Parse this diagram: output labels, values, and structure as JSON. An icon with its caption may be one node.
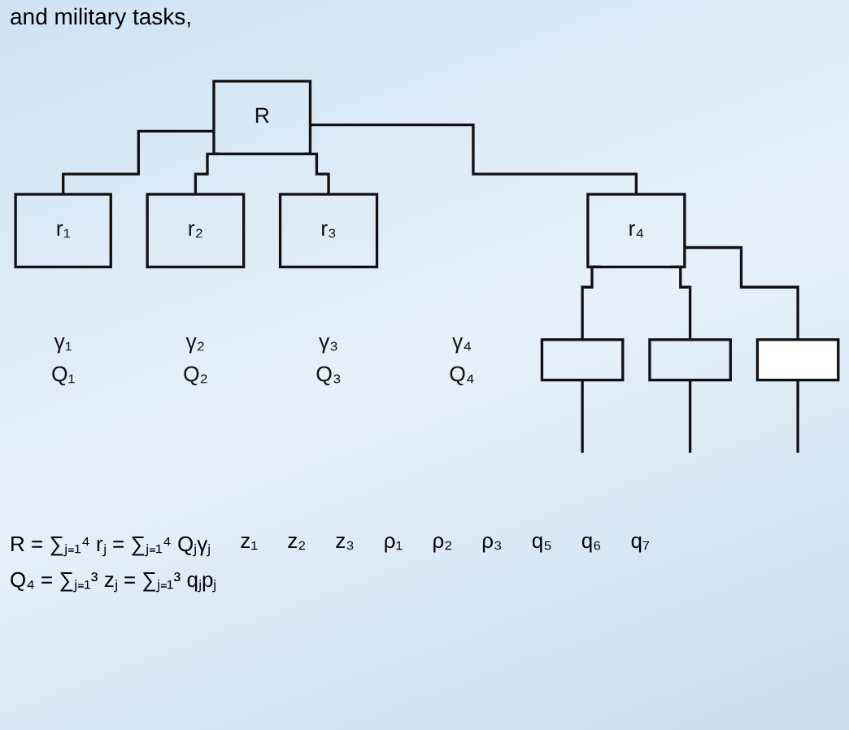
{
  "diagram": {
    "nodes": [
      {
        "text": [
          "R"
        ]
      },
      {
        "text": [
          "r₁"
        ],
        "beside": [
          "γ₁",
          "Q₁"
        ]
      },
      {
        "text": [
          "r₂"
        ],
        "beside": [
          "γ₂",
          "Q₂"
        ]
      },
      {
        "text": [
          "r₃"
        ],
        "beside": [
          "γ₃",
          "Q₃"
        ]
      },
      {
        "text": [
          "r₄"
        ],
        "beside": [
          "γ₄",
          "Q₄"
        ]
      },
      {
        "text": [],
        "shape": "box"
      },
      {
        "text": [],
        "shape": "box"
      },
      {
        "text": [],
        "shape": "box"
      }
    ],
    "edges": [
      {
        "from": 0,
        "to": 1,
        "arrow": "none"
      },
      {
        "from": 0,
        "to": 2,
        "arrow": "none"
      },
      {
        "from": 0,
        "to": 3,
        "arrow": "none"
      },
      {
        "from": 0,
        "to": 4,
        "arrow": "none"
      },
      {
        "from": 4,
        "to": 5,
        "arrow": "none"
      },
      {
        "from": 4,
        "to": 6,
        "arrow": "none"
      },
      {
        "from": 4,
        "to": 7,
        "arrow": "none"
      },
      {
        "from": 5,
        "to": null,
        "arrow": "none"
      },
      {
        "from": 6,
        "to": null,
        "arrow": "none"
      },
      {
        "from": 7,
        "to": null,
        "arrow": "none"
      }
    ],
    "labels": [
      "and military tasks,",
      "R = ∑ⱼ₌₁⁴ rⱼ = ∑ⱼ₌₁⁴ Qⱼγⱼ",
      "z₁",
      "z₂",
      "z₃",
      "ρ₁",
      "ρ₂",
      "ρ₃",
      "q₅",
      "q₆",
      "q₇",
      "Q₄ = ∑ⱼ₌₁³ zⱼ = ∑ⱼ₌₁³ qⱼpⱼ"
    ]
  }
}
